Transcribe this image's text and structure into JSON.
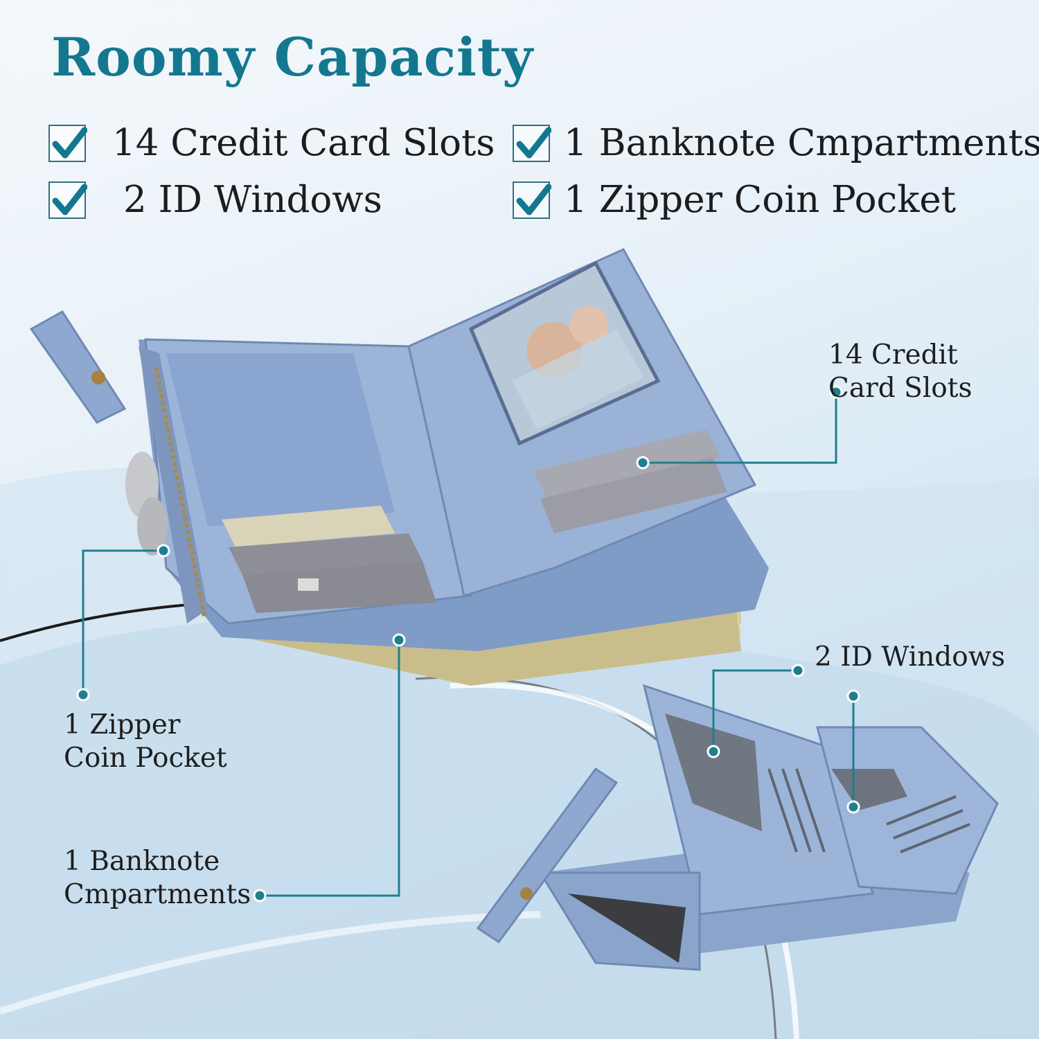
{
  "header": {
    "title": "Roomy Capacity"
  },
  "features": [
    {
      "label": "14 Credit Card Slots"
    },
    {
      "label": "2 ID Windows"
    },
    {
      "label": "1 Banknote Cmpartments"
    },
    {
      "label": "1 Zipper Coin Pocket"
    }
  ],
  "callouts": {
    "card_slots": {
      "line1": "14 Credit",
      "line2": "Card Slots"
    },
    "id_windows": {
      "line1": "2 ID Windows"
    },
    "coin_pocket": {
      "line1": "1 Zipper",
      "line2": "Coin Pocket"
    },
    "banknote": {
      "line1": "1 Banknote",
      "line2": "Cmpartments"
    }
  },
  "colors": {
    "accent": "#13788f",
    "callout_line": "#1f7f8e",
    "wallet": "#8ea8cf",
    "background": "#e8f1f8"
  },
  "icons": [
    "check-icon"
  ]
}
